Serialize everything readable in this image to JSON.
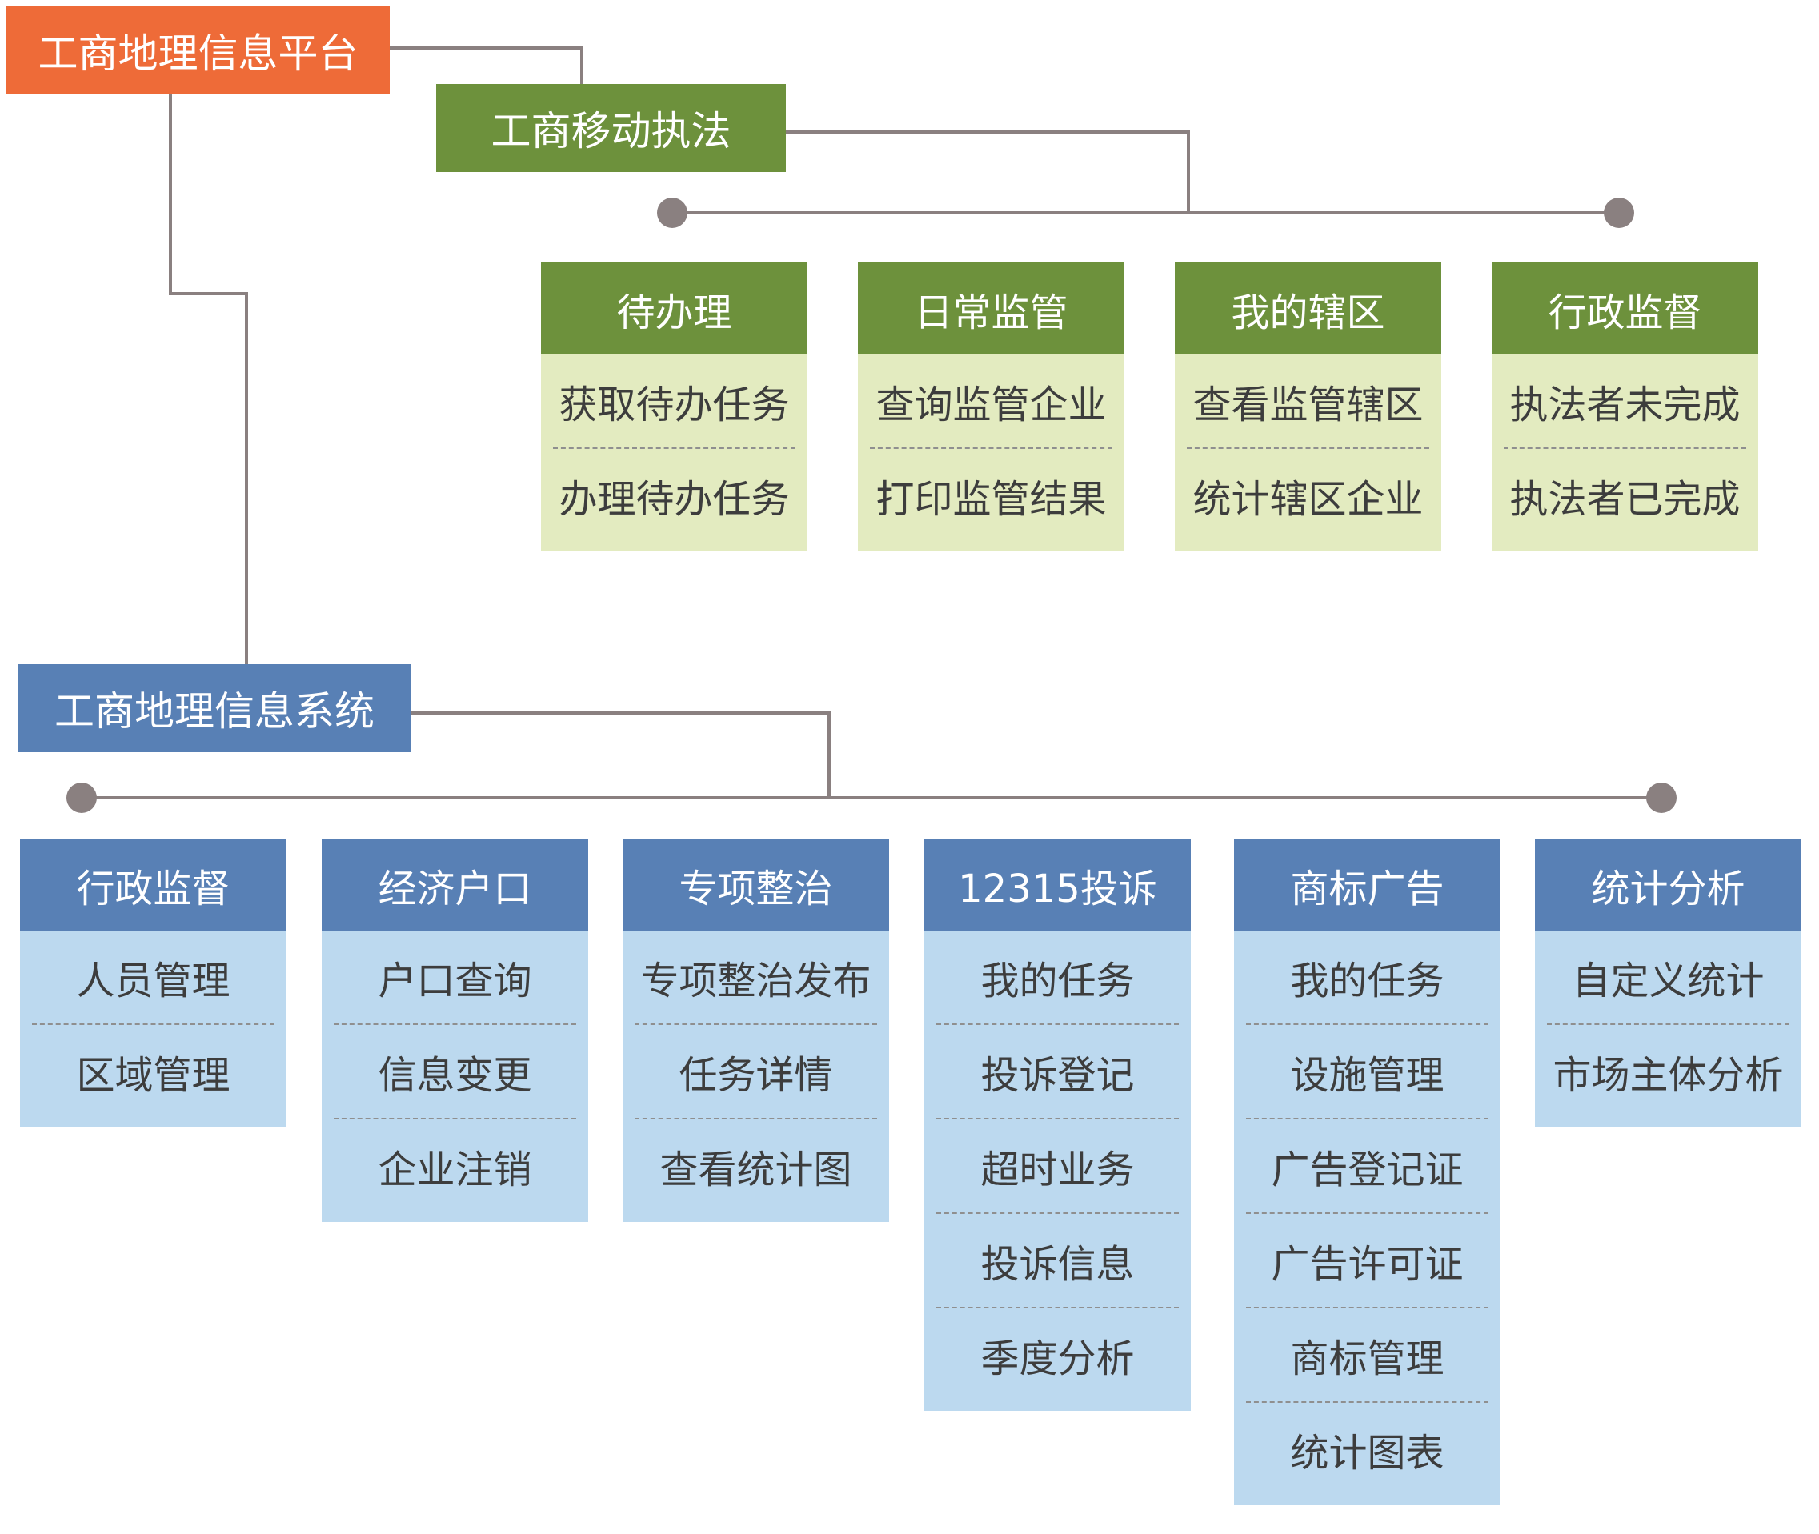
{
  "platform": {
    "title": "工商地理信息平台"
  },
  "mobile": {
    "title": "工商移动执法",
    "modules": [
      {
        "title": "待办理",
        "items": [
          "获取待办任务",
          "办理待办任务"
        ]
      },
      {
        "title": "日常监管",
        "items": [
          "查询监管企业",
          "打印监管结果"
        ]
      },
      {
        "title": "我的辖区",
        "items": [
          "查看监管辖区",
          "统计辖区企业"
        ]
      },
      {
        "title": "行政监督",
        "items": [
          "执法者未完成",
          "执法者已完成"
        ]
      }
    ]
  },
  "gis": {
    "title": "工商地理信息系统",
    "modules": [
      {
        "title": "行政监督",
        "items": [
          "人员管理",
          "区域管理"
        ]
      },
      {
        "title": "经济户口",
        "items": [
          "户口查询",
          "信息变更",
          "企业注销"
        ]
      },
      {
        "title": "专项整治",
        "items": [
          "专项整治发布",
          "任务详情",
          "查看统计图"
        ]
      },
      {
        "title": "12315投诉",
        "items": [
          "我的任务",
          "投诉登记",
          "超时业务",
          "投诉信息",
          "季度分析"
        ]
      },
      {
        "title": "商标广告",
        "items": [
          "我的任务",
          "设施管理",
          "广告登记证",
          "广告许可证",
          "商标管理",
          "统计图表"
        ]
      },
      {
        "title": "统计分析",
        "items": [
          "自定义统计",
          "市场主体分析"
        ]
      }
    ]
  },
  "colors": {
    "root": "#ee6b38",
    "green_header": "#6d913c",
    "green_body": "#e3ebc0",
    "blue_header": "#5880b5",
    "blue_body": "#bcd9ef",
    "connector": "#8a8080"
  }
}
